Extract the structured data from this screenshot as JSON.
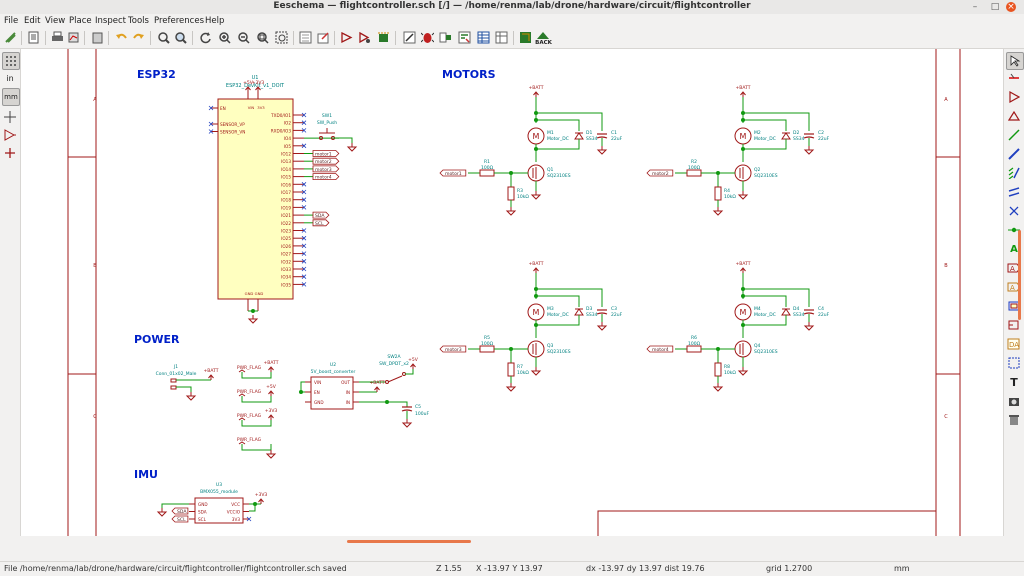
{
  "window": {
    "title": "Eeschema — flightcontroller.sch [/] — /home/renma/lab/drone/hardware/circuit/flightcontroller"
  },
  "menu": [
    "File",
    "Edit",
    "View",
    "Place",
    "Inspect",
    "Tools",
    "Preferences",
    "Help"
  ],
  "toolbar": {
    "back_label": "BACK"
  },
  "left_toolbar": {
    "units_label": "in",
    "units_label2": "mm"
  },
  "statusbar": {
    "file": "File /home/renma/lab/drone/hardware/circuit/flightcontroller/flightcontroller.sch saved",
    "zoom": "Z 1.55",
    "xy": "X -13.97  Y 13.97",
    "delta": "dx -13.97  dy 13.97  dist 19.76",
    "grid": "grid 1.2700",
    "units": "mm"
  },
  "schematic": {
    "sections": {
      "esp32": "ESP32",
      "motors": "MOTORS",
      "power": "POWER",
      "imu": "IMU"
    },
    "frame_rows": [
      "A",
      "B",
      "C"
    ],
    "esp32": {
      "ref": "U1",
      "value": "ESP32_DevKit_v1_DOIT",
      "power_3v3": "+3V3",
      "power_5v": "+5V",
      "left_pins": [
        "EN",
        "SENSOR_VP",
        "SENSOR_VN"
      ],
      "right_pins": [
        "TXD0/IO1",
        "IO2",
        "RXD0/IO3",
        "IO4",
        "IO5",
        "IO12",
        "IO13",
        "IO14",
        "IO15",
        "IO16",
        "IO17",
        "IO18",
        "IO19",
        "IO21",
        "IO22",
        "IO23",
        "IO25",
        "IO26",
        "IO27",
        "IO32",
        "IO33",
        "IO34",
        "IO35"
      ],
      "gnd_pins": [
        "GND",
        "GND"
      ],
      "top_pins": [
        "VIN",
        "3V3"
      ],
      "labels": [
        "motor1",
        "motor2",
        "motor3",
        "motor4",
        "SDA",
        "SCL"
      ],
      "switch": {
        "ref": "SW1",
        "value": "SW_Push"
      }
    },
    "motors": [
      {
        "motor_ref": "M1",
        "motor_val": "Motor_DC",
        "diode_ref": "D1",
        "diode_val": "SS34",
        "cap_ref": "C1",
        "cap_val": "22uF",
        "r_ref": "R1",
        "r_val": "100Ω",
        "rpd_ref": "R3",
        "rpd_val": "10kΩ",
        "fet_ref": "Q1",
        "fet_val": "SQ2310ES",
        "label": "motor1",
        "batt": "+BATT"
      },
      {
        "motor_ref": "M2",
        "motor_val": "Motor_DC",
        "diode_ref": "D2",
        "diode_val": "SS34",
        "cap_ref": "C2",
        "cap_val": "22uF",
        "r_ref": "R2",
        "r_val": "100Ω",
        "rpd_ref": "R4",
        "rpd_val": "10kΩ",
        "fet_ref": "Q2",
        "fet_val": "SQ2310ES",
        "label": "motor2",
        "batt": "+BATT"
      },
      {
        "motor_ref": "M3",
        "motor_val": "Motor_DC",
        "diode_ref": "D3",
        "diode_val": "SS34",
        "cap_ref": "C3",
        "cap_val": "22uF",
        "r_ref": "R5",
        "r_val": "100Ω",
        "rpd_ref": "R7",
        "rpd_val": "10kΩ",
        "fet_ref": "Q3",
        "fet_val": "SQ2310ES",
        "label": "motor3",
        "batt": "+BATT"
      },
      {
        "motor_ref": "M4",
        "motor_val": "Motor_DC",
        "diode_ref": "D4",
        "diode_val": "SS34",
        "cap_ref": "C4",
        "cap_val": "22uF",
        "r_ref": "R6",
        "r_val": "100Ω",
        "rpd_ref": "R8",
        "rpd_val": "10kΩ",
        "fet_ref": "Q4",
        "fet_val": "SQ2310ES",
        "label": "motor4",
        "batt": "+BATT"
      }
    ],
    "power": {
      "conn_ref": "J1",
      "conn_val": "Conn_01x02_Male",
      "conn_batt": "+BATT",
      "flags": [
        {
          "flag": "PWR_FLAG",
          "net": "+BATT"
        },
        {
          "flag": "PWR_FLAG",
          "net": "+5V"
        },
        {
          "flag": "PWR_FLAG",
          "net": "+3V3"
        },
        {
          "flag": "PWR_FLAG",
          "net": ""
        }
      ],
      "conv_ref": "U2",
      "conv_val": "5V_boost_converter",
      "conv_pins": [
        "VIN",
        "EN",
        "GND",
        "OUT",
        "IN",
        "IN"
      ],
      "sw_ref": "SW2A",
      "sw_val": "SW_DPDT_x2",
      "sw_5v": "+5V",
      "sw_batt": "+BATT",
      "cap_ref": "C5",
      "cap_val": "100uF"
    },
    "imu": {
      "ref": "U3",
      "value": "BMX055_module",
      "left_pins": [
        "GND",
        "SDA",
        "SCL"
      ],
      "right_pins": [
        "VCC",
        "VCCIO",
        "3V3"
      ],
      "power": "+3V3",
      "labels": [
        "SDA",
        "SCL"
      ]
    }
  },
  "colors": {
    "wire": "#109910",
    "comp": "#a01818",
    "fill": "#ffffc0",
    "label": "#5c2828",
    "frame": "#a01818",
    "heading": "#0020c8",
    "ref": "#008080"
  }
}
